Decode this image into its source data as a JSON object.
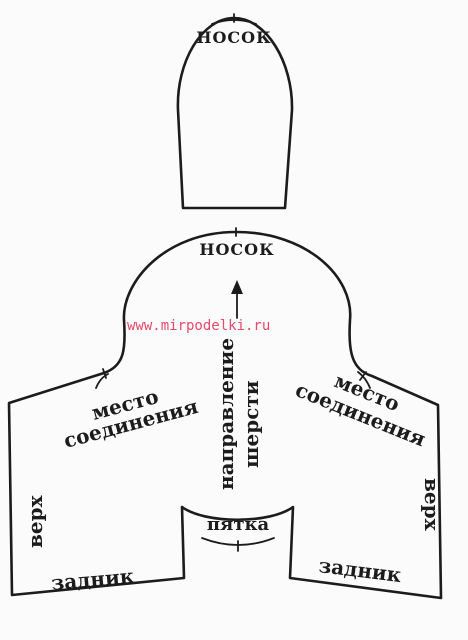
{
  "labels": {
    "toe_top": "НОСОК",
    "toe_main": "НОСОК",
    "watermark": "www.mirpodelki.ru",
    "direction_line1": "направление",
    "direction_line2": "шерсти",
    "joint_left_line1": "место",
    "joint_left_line2": "соединения",
    "joint_right_line1": "место",
    "joint_right_line2": "соединения",
    "top_left": "верх",
    "top_right": "верх",
    "heel": "пятка",
    "back_left": "задник",
    "back_right": "задник"
  },
  "colors": {
    "line": "#1c1c1c",
    "watermark": "#e8486a",
    "background": "#fbfbfb"
  }
}
